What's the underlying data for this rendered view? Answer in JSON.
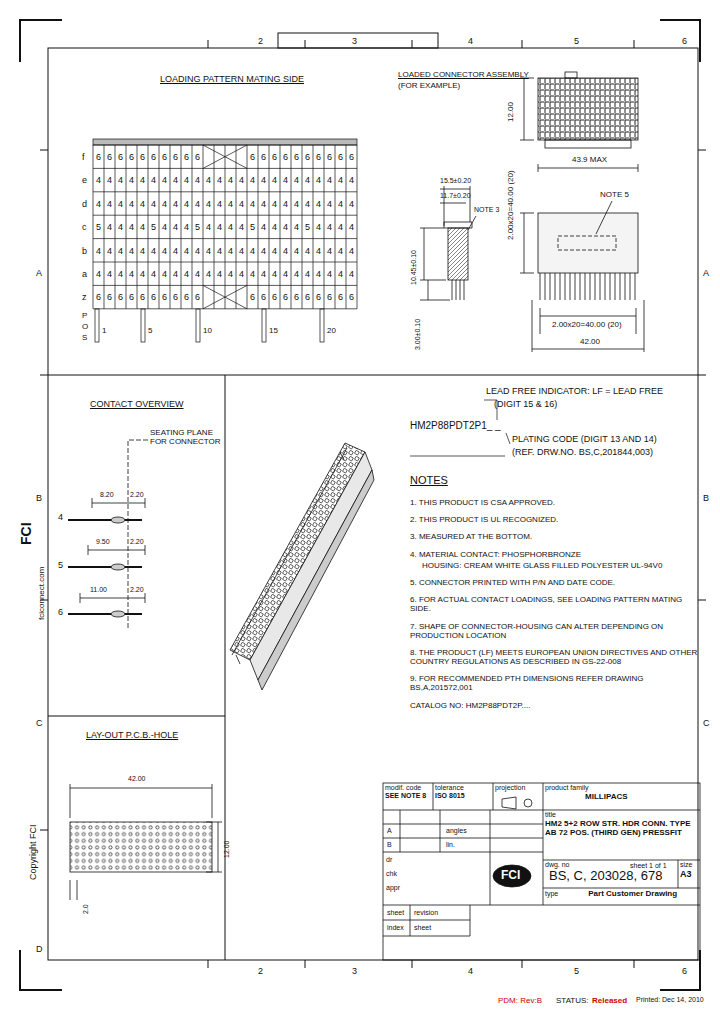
{
  "diagram": {
    "nodes": [
      {
        "text": [
          "CONTACT OVERVIEW"
        ]
      },
      {
        "text": [
          "LAY-OUT P.C.B.-HOLE"
        ]
      },
      {
        "text": [
          "modif. code",
          "SEE NOTE 8"
        ]
      },
      {
        "text": [
          "tolerance",
          "ISO 8015"
        ]
      },
      {
        "text": [
          "projection"
        ]
      },
      {
        "text": [
          "product family",
          "MILLIPACS"
        ]
      },
      {
        "text": [
          "title",
          "HM2 5+2 ROW STR. HDR CONN. TYPE AB 72 POS. (THIRD GEN) PRESSFIT"
        ]
      },
      {
        "text": [
          "dwg. no",
          "BS, C, 203028, 678"
        ]
      },
      {
        "text": [
          "size",
          "A3"
        ]
      },
      {
        "text": [
          "type",
          "Part Customer Drawing"
        ]
      }
    ],
    "labels": [
      "2",
      "3",
      "4",
      "5",
      "6",
      "2",
      "3",
      "4",
      "5",
      "6",
      "A",
      "B",
      "C",
      "D",
      "A",
      "B",
      "C",
      "LOADING PATTERN MATING SIDE",
      "f",
      "6",
      "6",
      "6",
      "6",
      "6",
      "6",
      "6",
      "6",
      "6",
      "6",
      "6",
      "6",
      "6",
      "6",
      "6",
      "6",
      "6",
      "6",
      "6",
      "6",
      "e",
      "4",
      "4",
      "4",
      "4",
      "4",
      "4",
      "4",
      "4",
      "4",
      "4",
      "4",
      "4",
      "4",
      "4",
      "4",
      "4",
      "4",
      "4",
      "4",
      "4",
      "4",
      "4",
      "4",
      "4",
      "d",
      "4",
      "4",
      "4",
      "4",
      "4",
      "4",
      "4",
      "4",
      "4",
      "4",
      "4",
      "4",
      "4",
      "4",
      "4",
      "4",
      "4",
      "4",
      "4",
      "4",
      "4",
      "4",
      "4",
      "4",
      "c",
      "5",
      "4",
      "4",
      "4",
      "4",
      "5",
      "4",
      "4",
      "4",
      "5",
      "4",
      "4",
      "4",
      "4",
      "5",
      "4",
      "4",
      "4",
      "4",
      "5",
      "4",
      "4",
      "4",
      "4",
      "b",
      "4",
      "4",
      "4",
      "4",
      "4",
      "4",
      "4",
      "4",
      "4",
      "4",
      "4",
      "4",
      "4",
      "4",
      "4",
      "4",
      "4",
      "4",
      "4",
      "4",
      "4",
      "4",
      "4",
      "4",
      "a",
      "4",
      "4",
      "4",
      "4",
      "4",
      "4",
      "4",
      "4",
      "4",
      "4",
      "4",
      "4",
      "4",
      "4",
      "4",
      "4",
      "4",
      "4",
      "4",
      "4",
      "4",
      "4",
      "4",
      "4",
      "z",
      "6",
      "6",
      "6",
      "6",
      "6",
      "6",
      "6",
      "6",
      "6",
      "6",
      "6",
      "6",
      "6",
      "6",
      "6",
      "6",
      "6",
      "6",
      "6",
      "6",
      "P",
      "O",
      "S",
      "1",
      "5",
      "10",
      "15",
      "20",
      "LOADED CONNECTOR ASSEMBLY",
      "(FOR EXAMPLE)",
      "12.00",
      "43.9 MAX",
      "2.00x20=40.00 (20)",
      "NOTE 5",
      "2.00x20=40.00 (20)",
      "42.00",
      "15.5±0.20",
      "11.7±0.20",
      "NOTE 3",
      "10.45±0.10",
      "3.00±0.10",
      "LEAD FREE INDICATOR: LF = LEAD FREE",
      "(DIGIT 15 & 16)",
      "HM2P88PDT2P1_ _",
      "PLATING CODE (DIGIT 13 AND 14)",
      "(REF. DRW.NO. BS,C,201844,003)",
      "NOTES",
      "1. THIS PRODUCT IS CSA APPROVED.",
      "2. THIS PRODUCT IS UL RECOGNIZED.",
      "3. MEASURED AT THE BOTTOM.",
      "4. MATERIAL CONTACT: PHOSPHORBRONZE",
      "HOUSING: CREAM WHITE GLASS FILLED POLYESTER UL-94V0",
      "5. CONNECTOR PRINTED WITH P/N AND DATE CODE.",
      "6. FOR ACTUAL CONTACT LOADINGS, SEE LOADING PATTERN MATING SIDE.",
      "7. SHAPE OF CONNECTOR-HOUSING CAN ALTER DEPENDING ON PRODUCTION LOCATION",
      "8. THE PRODUCT (LF) MEETS EUROPEAN UNION DIRECTIVES AND OTHER COUNTRY REGULATIONS AS DESCRIBED IN GS-22-008",
      "9. FOR RECOMMENDED PTH DIMENSIONS REFER DRAWING BS,A,201572,001",
      "CATALOG NO: HM2P88PDT2P....",
      "SEATING PLANE FOR CONNECTOR",
      "4",
      "5",
      "6",
      "8.20",
      "2.20",
      "9.50",
      "2.20",
      "11.00",
      "2.20",
      "42.00",
      "12.00",
      "2.0",
      "A",
      "B",
      "angles",
      "lin.",
      "dr",
      "chk",
      "appr",
      "FCI",
      "sheet 1 of 1",
      "sheet",
      "revision",
      "index",
      "sheet",
      "Copyright FCI",
      "fciconnect.com",
      "FCI",
      "PDM: Rev:B",
      "STATUS:",
      "Released",
      "Printed: Dec 14, 2010"
    ]
  }
}
